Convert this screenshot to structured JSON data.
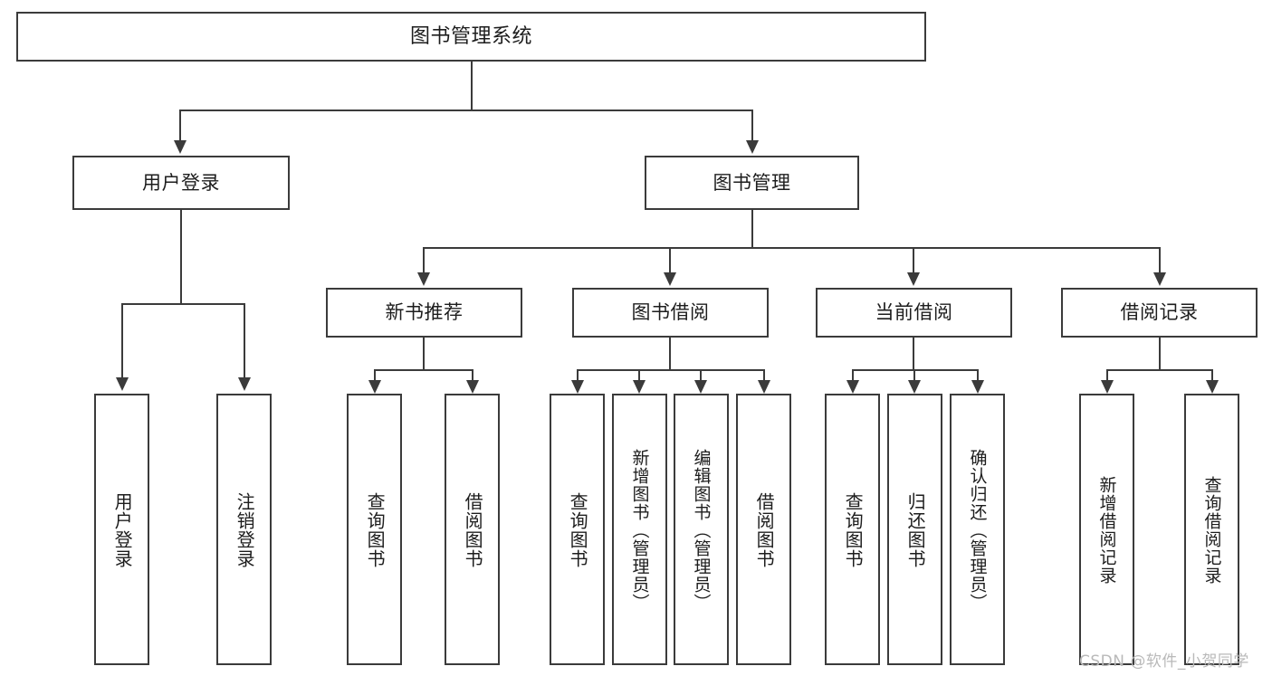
{
  "diagram": {
    "title": "图书管理系统",
    "type": "hierarchy-tree",
    "levels": 4
  },
  "nodes": {
    "root": {
      "label": "图书管理系统",
      "orientation": "horizontal"
    },
    "level2": [
      {
        "label": "用户登录",
        "orientation": "horizontal"
      },
      {
        "label": "图书管理",
        "orientation": "horizontal"
      }
    ],
    "level3": [
      {
        "label": "新书推荐",
        "orientation": "horizontal"
      },
      {
        "label": "图书借阅",
        "orientation": "horizontal"
      },
      {
        "label": "当前借阅",
        "orientation": "horizontal"
      },
      {
        "label": "借阅记录",
        "orientation": "horizontal"
      }
    ],
    "leaves": {
      "user_login": [
        {
          "label": "用户登录",
          "orientation": "vertical"
        },
        {
          "label": "注销登录",
          "orientation": "vertical"
        }
      ],
      "new_book_recommend": [
        {
          "label": "查询图书",
          "orientation": "vertical"
        },
        {
          "label": "借阅图书",
          "orientation": "vertical"
        }
      ],
      "book_borrow": [
        {
          "label": "查询图书",
          "orientation": "vertical"
        },
        {
          "label": "新增图书（管理员）",
          "orientation": "vertical"
        },
        {
          "label": "编辑图书（管理员）",
          "orientation": "vertical"
        },
        {
          "label": "借阅图书",
          "orientation": "vertical"
        }
      ],
      "current_borrow": [
        {
          "label": "查询图书",
          "orientation": "vertical"
        },
        {
          "label": "归还图书",
          "orientation": "vertical"
        },
        {
          "label": "确认归还（管理员）",
          "orientation": "vertical"
        }
      ],
      "borrow_record": [
        {
          "label": "新增借阅记录",
          "orientation": "vertical"
        },
        {
          "label": "查询借阅记录",
          "orientation": "vertical"
        }
      ]
    }
  },
  "watermark": {
    "text": "CSDN @软件_小贺同学"
  },
  "colors": {
    "border": "#3b3b3b",
    "text": "#1d1d1d",
    "background": "#ffffff",
    "watermark": "#b9b9b9"
  }
}
